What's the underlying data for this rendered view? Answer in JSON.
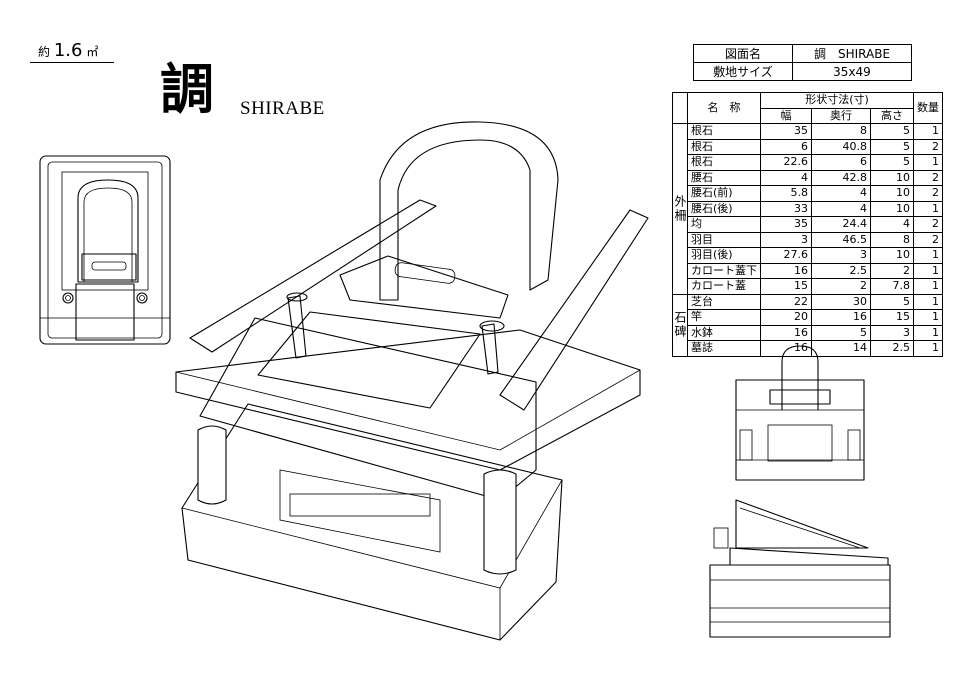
{
  "area": {
    "prefix": "約",
    "value": "1.6",
    "unit": "㎡"
  },
  "title": {
    "kanji": "調",
    "roman": "SHIRABE"
  },
  "info_table": {
    "rows": [
      {
        "label": "図面名",
        "value": "調　SHIRABE"
      },
      {
        "label": "敷地サイズ",
        "value": "35x49"
      }
    ]
  },
  "parts_table": {
    "header": {
      "dims": "形状寸法(寸)",
      "name": "名　称",
      "width": "幅",
      "depth": "奥行",
      "height": "高さ",
      "qty": "数量"
    },
    "groups": [
      {
        "label": "外柵",
        "rows": [
          {
            "name": "根石",
            "w": "35",
            "d": "8",
            "h": "5",
            "q": "1"
          },
          {
            "name": "根石",
            "w": "6",
            "d": "40.8",
            "h": "5",
            "q": "2"
          },
          {
            "name": "根石",
            "w": "22.6",
            "d": "6",
            "h": "5",
            "q": "1"
          },
          {
            "name": "腰石",
            "w": "4",
            "d": "42.8",
            "h": "10",
            "q": "2"
          },
          {
            "name": "腰石(前)",
            "w": "5.8",
            "d": "4",
            "h": "10",
            "q": "2"
          },
          {
            "name": "腰石(後)",
            "w": "33",
            "d": "4",
            "h": "10",
            "q": "1"
          },
          {
            "name": "均",
            "w": "35",
            "d": "24.4",
            "h": "4",
            "q": "2"
          },
          {
            "name": "羽目",
            "w": "3",
            "d": "46.5",
            "h": "8",
            "q": "2"
          },
          {
            "name": "羽目(後)",
            "w": "27.6",
            "d": "3",
            "h": "10",
            "q": "1"
          },
          {
            "name": "カロート蓋下",
            "w": "16",
            "d": "2.5",
            "h": "2",
            "q": "1"
          },
          {
            "name": "カロート蓋",
            "w": "15",
            "d": "2",
            "h": "7.8",
            "q": "1"
          }
        ]
      },
      {
        "label": "石碑",
        "rows": [
          {
            "name": "芝台",
            "w": "22",
            "d": "30",
            "h": "5",
            "q": "1"
          },
          {
            "name": "竿",
            "w": "20",
            "d": "16",
            "h": "15",
            "q": "1"
          },
          {
            "name": "水鉢",
            "w": "16",
            "d": "5",
            "h": "3",
            "q": "1"
          },
          {
            "name": "墓誌",
            "w": "16",
            "d": "14",
            "h": "2.5",
            "q": "1"
          }
        ]
      }
    ]
  }
}
